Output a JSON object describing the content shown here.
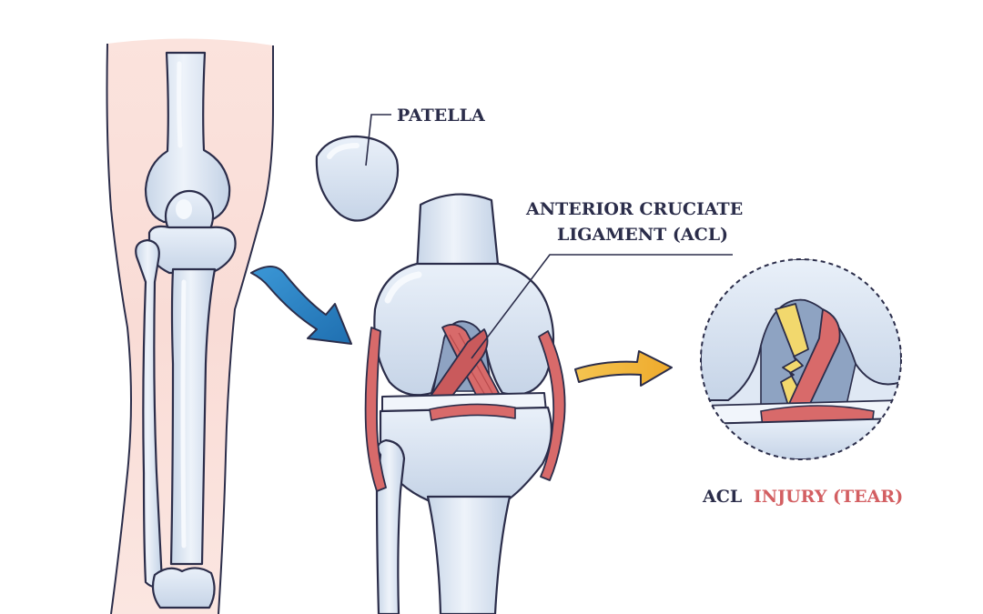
{
  "labels": {
    "patella": "PATELLA",
    "acl_line1": "ANTERIOR CRUCIATE",
    "acl_line2": "LIGAMENT (ACL)",
    "injury_prefix": "ACL",
    "injury_highlight": "INJURY (TEAR)"
  },
  "colors": {
    "outline": "#2b2d4a",
    "bone": "#dfe8f4",
    "bone_shadow": "#b9c8de",
    "bone_highlight": "#f3f7fc",
    "skin": "#f9dcd6",
    "skin_light": "#fdf0ec",
    "ligament": "#d86a6a",
    "ligament_dark": "#b94a4c",
    "torn_ligament": "#f2d86d",
    "arrow_blue": "#2d88c9",
    "arrow_yellow": "#f2b53a",
    "accent_text": "#d35f62"
  },
  "icons": {
    "step_arrow_1": "curved-arrow-right-icon",
    "step_arrow_2": "curved-arrow-right-icon"
  }
}
